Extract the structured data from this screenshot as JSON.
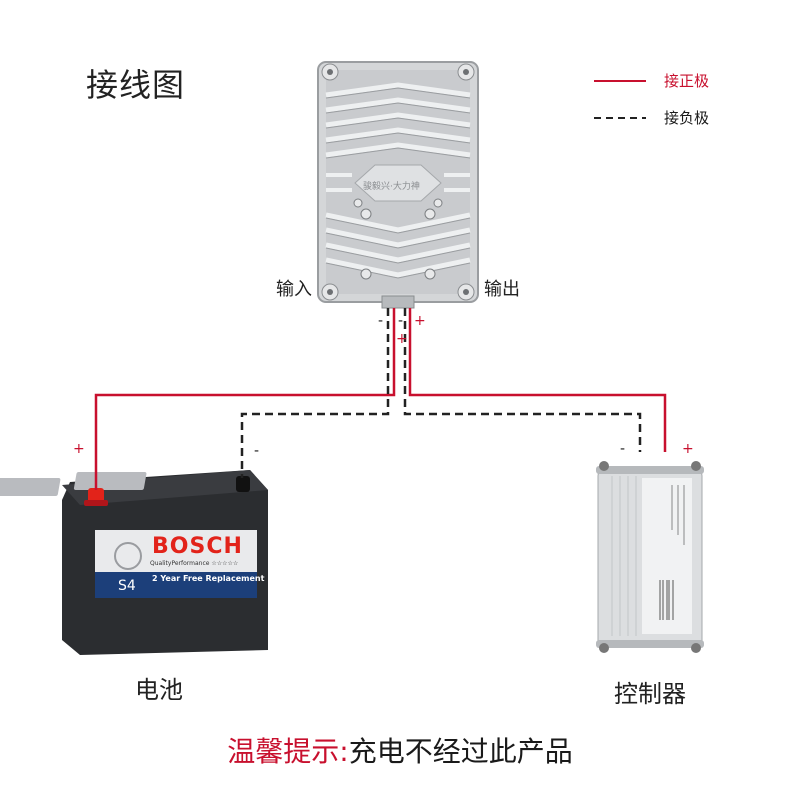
{
  "title": "接线图",
  "legend": {
    "positive": {
      "label": "接正极",
      "line_style": "solid",
      "color": "#c8102e"
    },
    "negative": {
      "label": "接负极",
      "line_style": "dashed",
      "color": "#222222"
    }
  },
  "converter": {
    "name": "DC-DC converter (finned aluminum housing)",
    "emboss_text": "骏毅兴·大力神",
    "input_label": "输入",
    "output_label": "输出",
    "terminal_signs": {
      "input_neg": "-",
      "input_pos": "+",
      "output_neg": "-",
      "output_pos": "+"
    }
  },
  "battery": {
    "label": "电池",
    "brand": "BOSCH",
    "tagline": "QualityPerformance ☆☆☆☆☆",
    "warranty": "2 Year Free Replacement",
    "model": "S4",
    "pos_sign": "+",
    "neg_sign": "-"
  },
  "controller": {
    "label": "控制器",
    "pos_sign": "+",
    "neg_sign": "-"
  },
  "tip": {
    "prefix": "温馨提示:",
    "text": "充电不经过此产品"
  },
  "colors": {
    "positive_wire": "#c8102e",
    "negative_wire": "#222222",
    "bosch_red": "#e2231a",
    "bosch_blue": "#1c3f7a"
  }
}
